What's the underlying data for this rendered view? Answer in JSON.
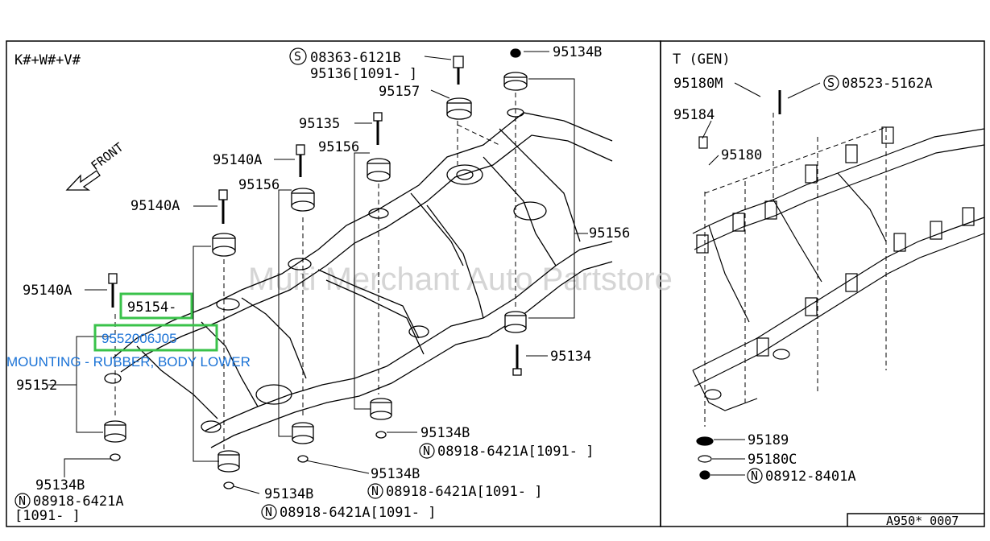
{
  "left_panel": {
    "model_code": "K#+W#+V#",
    "direction_label": "FRONT",
    "labels": {
      "bolt_spec_1": "08363-6121B",
      "bolt_circle": "S",
      "p95136": "95136[1091-  ]",
      "p95157": "95157",
      "p95134b_top": "95134B",
      "p95135": "95135",
      "p95156_a": "95156",
      "p95140a_1": "95140A",
      "p95156_b": "95156",
      "p95140a_2": "95140A",
      "p95156_c": "95156",
      "p95140a_3": "95140A",
      "p95154": "95154-",
      "p95152": "95152",
      "p95134": "95134",
      "p95134b_mid": "95134B",
      "nut_mid": "08918-6421A[1091-     ]",
      "p95134b_low": "95134B",
      "nut_low": "08918-6421A[1091-     ]",
      "p95134b_bot": "95134B",
      "nut_bot": "08918-6421A[1091-     ]",
      "p95134b_left": "95134B",
      "nut_left": "08918-6421A",
      "bracket_left": "[1091-  ]",
      "n_circle": "N"
    }
  },
  "highlight": {
    "part_code": "9552006J05",
    "description": "MOUNTING - RUBBER, BODY LOWER"
  },
  "right_panel": {
    "title": "T (GEN)",
    "labels": {
      "p95180m": "95180M",
      "bolt_spec": "08523-5162A",
      "p95184": "95184",
      "p95180": "95180",
      "p95189": "95189",
      "p95180c": "95180C",
      "nut_spec": "08912-8401A"
    }
  },
  "watermark": "Multi Merchant Auto Partstore",
  "page_code": "A950* 0007"
}
